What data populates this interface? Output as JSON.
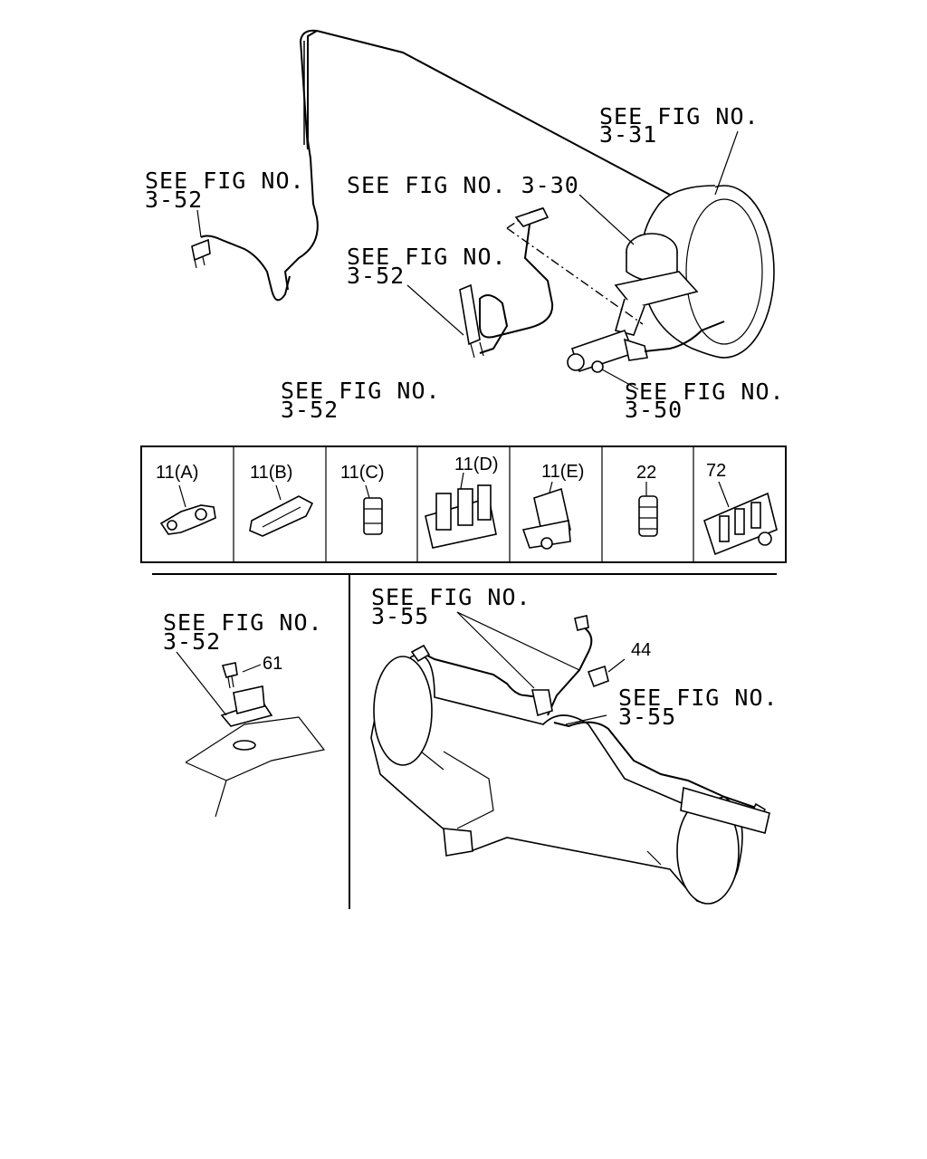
{
  "callouts": {
    "fig_3_31": {
      "line1": "SEE FIG NO.",
      "line2": "3-31"
    },
    "fig_3_52_left": {
      "line1": "SEE FIG NO.",
      "line2": "3-52"
    },
    "fig_3_30": {
      "line1": "SEE FIG NO. 3-30"
    },
    "fig_3_52_mid": {
      "line1": "SEE FIG NO.",
      "line2": "3-52"
    },
    "fig_3_52_low": {
      "line1": "SEE FIG NO.",
      "line2": "3-52"
    },
    "fig_3_50": {
      "line1": "SEE FIG NO.",
      "line2": "3-50"
    },
    "fig_3_52_bracket": {
      "line1": "SEE FIG NO.",
      "line2": "3-52"
    },
    "fig_3_55_top": {
      "line1": "SEE FIG NO.",
      "line2": "3-55"
    },
    "fig_3_55_right": {
      "line1": "SEE FIG NO.",
      "line2": "3-55"
    }
  },
  "clip_table": [
    {
      "label": "11(A)"
    },
    {
      "label": "11(B)"
    },
    {
      "label": "11(C)"
    },
    {
      "label": "11(D)"
    },
    {
      "label": "11(E)"
    },
    {
      "label": "22"
    },
    {
      "label": "72"
    }
  ],
  "parts": {
    "p61": "61",
    "p44": "44"
  }
}
